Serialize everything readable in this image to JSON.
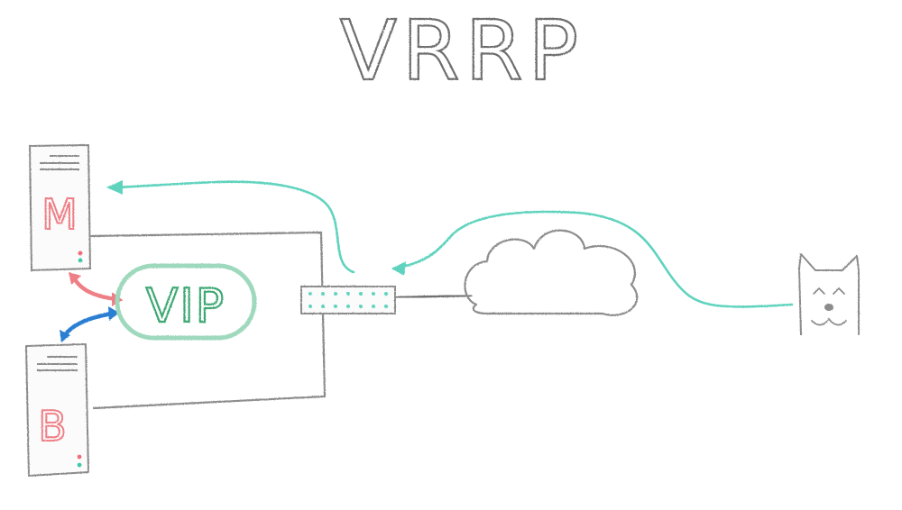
{
  "title": "VRRP",
  "servers": {
    "master": {
      "label": "M"
    },
    "backup": {
      "label": "B"
    }
  },
  "vip": {
    "label": "VIP"
  },
  "colors": {
    "pencil": "#8c8c8c",
    "pencil_dark": "#6e6e6e",
    "master": "#ee7f86",
    "backup": "#2c7fd3",
    "vip": "#3ea873",
    "vip_outline": "#9fd9bd",
    "traffic": "#5fd3be",
    "status_red": "#f06b78",
    "status_green": "#3ec9a7"
  },
  "icons": {
    "server": "server-tower-icon",
    "switch": "network-switch-icon",
    "cloud": "internet-cloud-icon",
    "client": "dog-client-icon"
  }
}
